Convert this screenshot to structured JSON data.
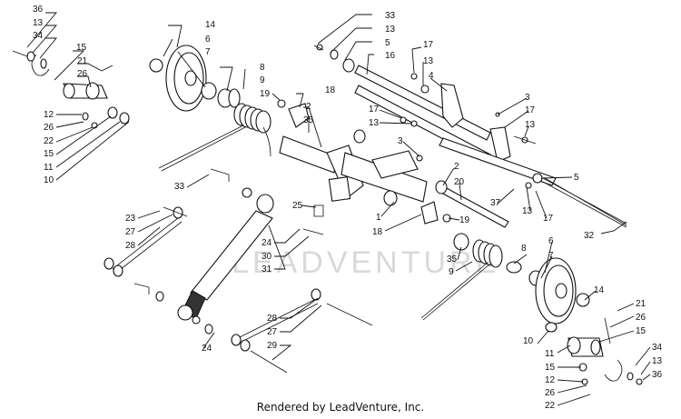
{
  "watermark": "LEADVENTURE",
  "footer": "Rendered by LeadVenture, Inc.",
  "callouts": [
    {
      "text": "36"
    },
    {
      "text": "13"
    },
    {
      "text": "34"
    },
    {
      "text": "15"
    },
    {
      "text": "21"
    },
    {
      "text": "26"
    },
    {
      "text": "12"
    },
    {
      "text": "26"
    },
    {
      "text": "22"
    },
    {
      "text": "15"
    },
    {
      "text": "11"
    },
    {
      "text": "10"
    },
    {
      "text": "14"
    },
    {
      "text": "6"
    },
    {
      "text": "7"
    },
    {
      "text": "8"
    },
    {
      "text": "9"
    },
    {
      "text": "19"
    },
    {
      "text": "18"
    },
    {
      "text": "2"
    },
    {
      "text": "35"
    },
    {
      "text": "33"
    },
    {
      "text": "13"
    },
    {
      "text": "5"
    },
    {
      "text": "16"
    },
    {
      "text": "17"
    },
    {
      "text": "13"
    },
    {
      "text": "4"
    },
    {
      "text": "3"
    },
    {
      "text": "17"
    },
    {
      "text": "13"
    },
    {
      "text": "17"
    },
    {
      "text": "13"
    },
    {
      "text": "3"
    },
    {
      "text": "2"
    },
    {
      "text": "20"
    },
    {
      "text": "5"
    },
    {
      "text": "37"
    },
    {
      "text": "13"
    },
    {
      "text": "17"
    },
    {
      "text": "32"
    },
    {
      "text": "1"
    },
    {
      "text": "18"
    },
    {
      "text": "19"
    },
    {
      "text": "25"
    },
    {
      "text": "24"
    },
    {
      "text": "30"
    },
    {
      "text": "31"
    },
    {
      "text": "33"
    },
    {
      "text": "23"
    },
    {
      "text": "27"
    },
    {
      "text": "28"
    },
    {
      "text": "35"
    },
    {
      "text": "9"
    },
    {
      "text": "8"
    },
    {
      "text": "6"
    },
    {
      "text": "7"
    },
    {
      "text": "14"
    },
    {
      "text": "21"
    },
    {
      "text": "26"
    },
    {
      "text": "15"
    },
    {
      "text": "10"
    },
    {
      "text": "11"
    },
    {
      "text": "15"
    },
    {
      "text": "12"
    },
    {
      "text": "26"
    },
    {
      "text": "22"
    },
    {
      "text": "34"
    },
    {
      "text": "13"
    },
    {
      "text": "36"
    },
    {
      "text": "28"
    },
    {
      "text": "27"
    },
    {
      "text": "29"
    },
    {
      "text": "24"
    }
  ]
}
